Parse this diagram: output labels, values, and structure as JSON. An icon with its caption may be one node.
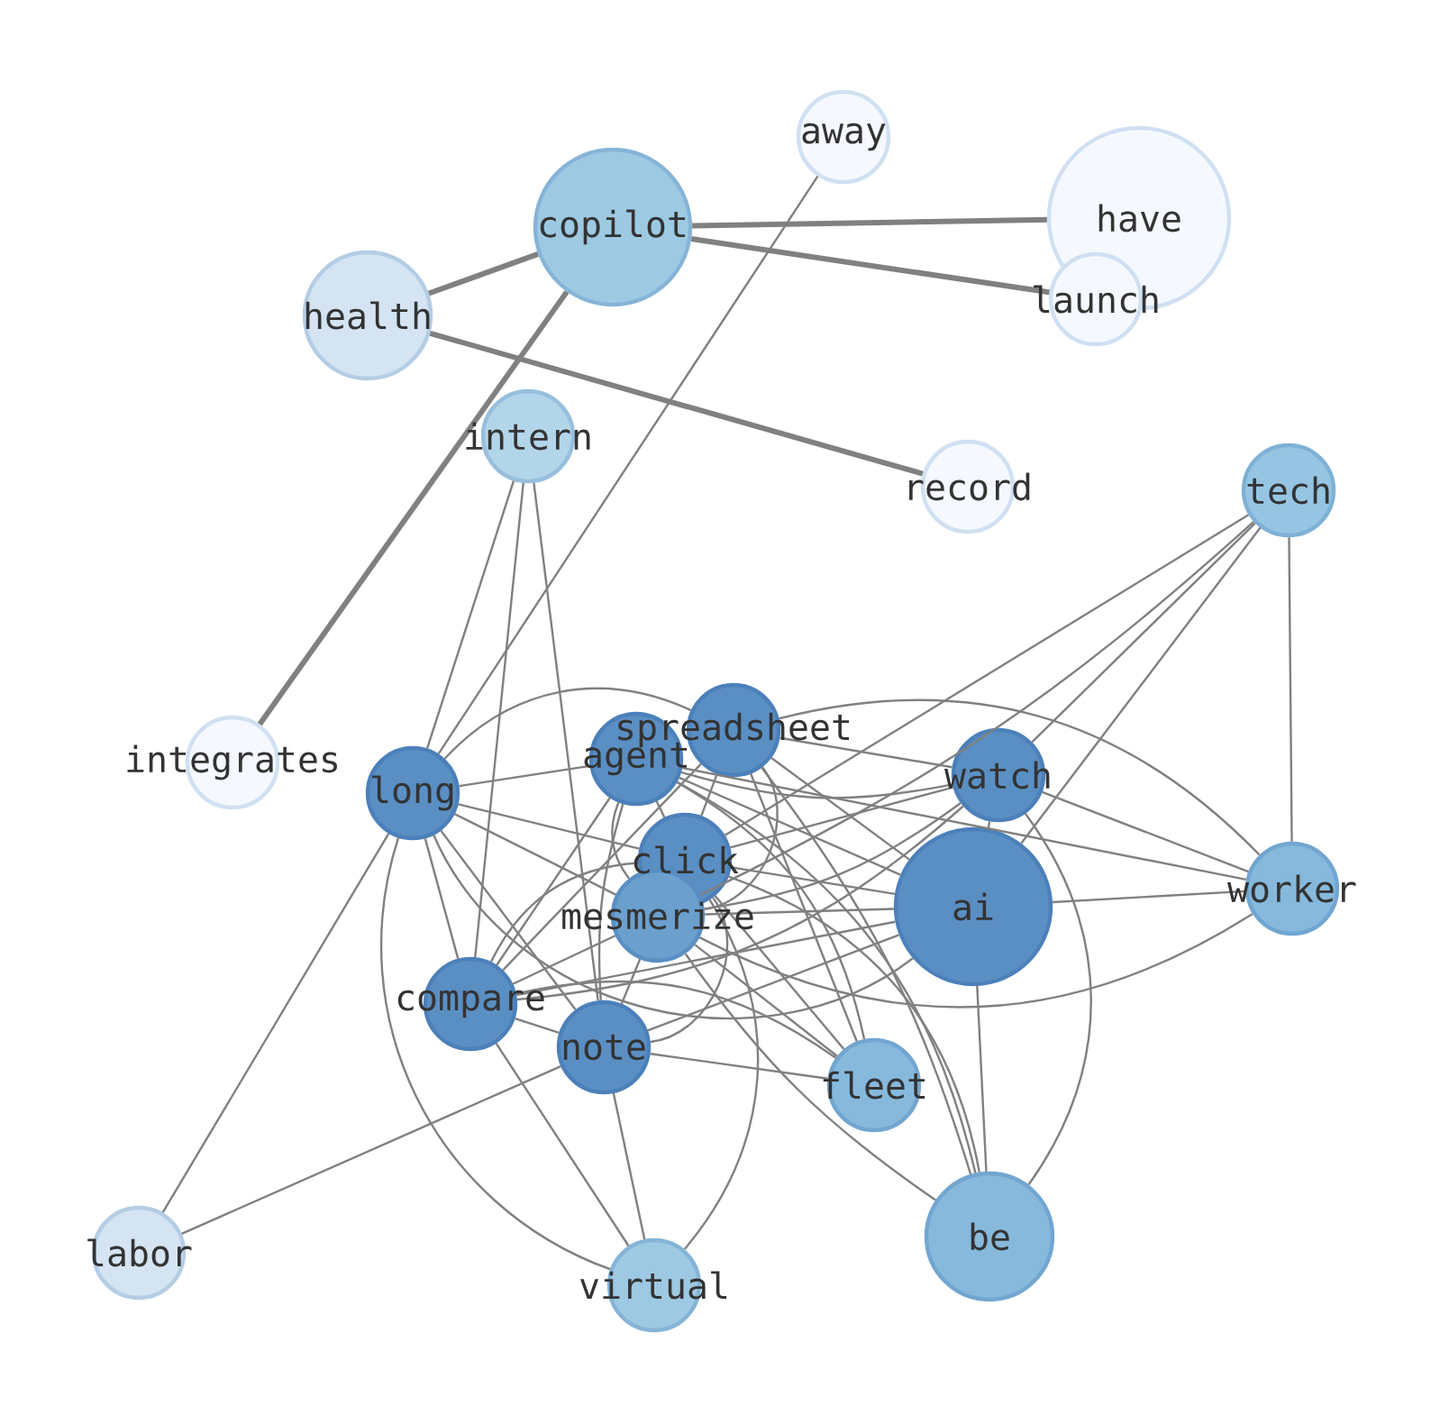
{
  "diagram": {
    "nodes": [
      {
        "text": [
          "away"
        ]
      },
      {
        "text": [
          "have"
        ]
      },
      {
        "text": [
          "copilot"
        ]
      },
      {
        "text": [
          "launch"
        ]
      },
      {
        "text": [
          "health"
        ]
      },
      {
        "text": [
          "intern"
        ]
      },
      {
        "text": [
          "record"
        ]
      },
      {
        "text": [
          "tech"
        ]
      },
      {
        "text": [
          "spreadsheet"
        ]
      },
      {
        "text": [
          "agent"
        ]
      },
      {
        "text": [
          "integrates"
        ]
      },
      {
        "text": [
          "long"
        ]
      },
      {
        "text": [
          "watch"
        ]
      },
      {
        "text": [
          "click"
        ]
      },
      {
        "text": [
          "ai"
        ]
      },
      {
        "text": [
          "worker"
        ]
      },
      {
        "text": [
          "mesmerize"
        ]
      },
      {
        "text": [
          "compare"
        ]
      },
      {
        "text": [
          "note"
        ]
      },
      {
        "text": [
          "fleet"
        ]
      },
      {
        "text": [
          "be"
        ]
      },
      {
        "text": [
          "labor"
        ]
      },
      {
        "text": [
          "virtual"
        ]
      }
    ],
    "edges": [
      {
        "from": 2,
        "to": 1,
        "arrow": "none",
        "style": "thick"
      },
      {
        "from": 2,
        "to": 3,
        "arrow": "none",
        "style": "thick"
      },
      {
        "from": 2,
        "to": 4,
        "arrow": "none",
        "style": "thick"
      },
      {
        "from": 2,
        "to": 10,
        "arrow": "none",
        "style": "thick"
      },
      {
        "from": 4,
        "to": 6,
        "arrow": "none",
        "style": "thick"
      },
      {
        "from": 0,
        "to": 11,
        "arrow": "none"
      },
      {
        "from": 5,
        "to": 11,
        "arrow": "none"
      },
      {
        "from": 5,
        "to": 17,
        "arrow": "none"
      },
      {
        "from": 5,
        "to": 18,
        "arrow": "none"
      },
      {
        "from": 7,
        "to": 13,
        "arrow": "none"
      },
      {
        "from": 7,
        "to": 16,
        "arrow": "none"
      },
      {
        "from": 7,
        "to": 12,
        "arrow": "none"
      },
      {
        "from": 7,
        "to": 14,
        "arrow": "none"
      },
      {
        "from": 7,
        "to": 15,
        "arrow": "none"
      },
      {
        "from": 11,
        "to": 9,
        "arrow": "none"
      },
      {
        "from": 11,
        "to": 8,
        "arrow": "none"
      },
      {
        "from": 11,
        "to": 13,
        "arrow": "none"
      },
      {
        "from": 11,
        "to": 14,
        "arrow": "none"
      },
      {
        "from": 11,
        "to": 17,
        "arrow": "none"
      },
      {
        "from": 11,
        "to": 18,
        "arrow": "none"
      },
      {
        "from": 11,
        "to": 22,
        "arrow": "none"
      },
      {
        "from": 11,
        "to": 21,
        "arrow": "none"
      },
      {
        "from": 11,
        "to": 16,
        "arrow": "none"
      },
      {
        "from": 9,
        "to": 17,
        "arrow": "none"
      },
      {
        "from": 9,
        "to": 18,
        "arrow": "none"
      },
      {
        "from": 9,
        "to": 16,
        "arrow": "none"
      },
      {
        "from": 9,
        "to": 13,
        "arrow": "none"
      },
      {
        "from": 9,
        "to": 14,
        "arrow": "none"
      },
      {
        "from": 9,
        "to": 12,
        "arrow": "none"
      },
      {
        "from": 9,
        "to": 19,
        "arrow": "none"
      },
      {
        "from": 9,
        "to": 20,
        "arrow": "none"
      },
      {
        "from": 8,
        "to": 12,
        "arrow": "none"
      },
      {
        "from": 8,
        "to": 15,
        "arrow": "none"
      },
      {
        "from": 8,
        "to": 14,
        "arrow": "none"
      },
      {
        "from": 8,
        "to": 17,
        "arrow": "none"
      },
      {
        "from": 8,
        "to": 13,
        "arrow": "none"
      },
      {
        "from": 8,
        "to": 16,
        "arrow": "none"
      },
      {
        "from": 8,
        "to": 19,
        "arrow": "none"
      },
      {
        "from": 8,
        "to": 20,
        "arrow": "none"
      },
      {
        "from": 12,
        "to": 13,
        "arrow": "none"
      },
      {
        "from": 12,
        "to": 16,
        "arrow": "none"
      },
      {
        "from": 12,
        "to": 17,
        "arrow": "none"
      },
      {
        "from": 12,
        "to": 14,
        "arrow": "none"
      },
      {
        "from": 12,
        "to": 20,
        "arrow": "none"
      },
      {
        "from": 12,
        "to": 15,
        "arrow": "none"
      },
      {
        "from": 14,
        "to": 15,
        "arrow": "none"
      },
      {
        "from": 14,
        "to": 16,
        "arrow": "none"
      },
      {
        "from": 14,
        "to": 13,
        "arrow": "none"
      },
      {
        "from": 14,
        "to": 17,
        "arrow": "none"
      },
      {
        "from": 14,
        "to": 18,
        "arrow": "none"
      },
      {
        "from": 14,
        "to": 20,
        "arrow": "none"
      },
      {
        "from": 15,
        "to": 16,
        "arrow": "none"
      },
      {
        "from": 15,
        "to": 9,
        "arrow": "none"
      },
      {
        "from": 17,
        "to": 18,
        "arrow": "none"
      },
      {
        "from": 17,
        "to": 19,
        "arrow": "none"
      },
      {
        "from": 17,
        "to": 22,
        "arrow": "none"
      },
      {
        "from": 17,
        "to": 13,
        "arrow": "none"
      },
      {
        "from": 17,
        "to": 16,
        "arrow": "none"
      },
      {
        "from": 18,
        "to": 19,
        "arrow": "none"
      },
      {
        "from": 18,
        "to": 22,
        "arrow": "none"
      },
      {
        "from": 18,
        "to": 21,
        "arrow": "none"
      },
      {
        "from": 18,
        "to": 16,
        "arrow": "none"
      },
      {
        "from": 18,
        "to": 13,
        "arrow": "none"
      },
      {
        "from": 19,
        "to": 16,
        "arrow": "none"
      },
      {
        "from": 19,
        "to": 13,
        "arrow": "none"
      },
      {
        "from": 20,
        "to": 13,
        "arrow": "none"
      },
      {
        "from": 20,
        "to": 16,
        "arrow": "none"
      },
      {
        "from": 22,
        "to": 13,
        "arrow": "none"
      }
    ]
  }
}
